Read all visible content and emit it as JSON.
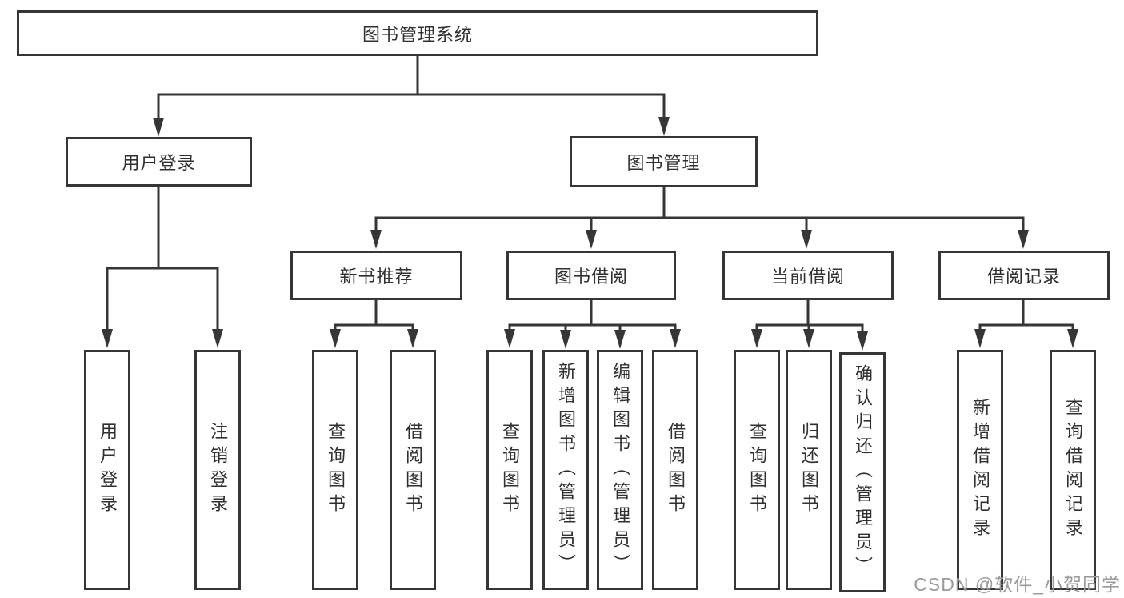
{
  "diagram": {
    "root": {
      "label": "图书管理系统"
    },
    "user_login": {
      "label": "用户登录",
      "children": [
        "用户登录",
        "注销登录"
      ]
    },
    "book_mgmt": {
      "label": "图书管理"
    },
    "new_books": {
      "label": "新书推荐",
      "children": [
        "查询图书",
        "借阅图书"
      ]
    },
    "book_borrow": {
      "label": "图书借阅",
      "children": [
        "查询图书",
        "新增图书（管理员）",
        "编辑图书（管理员）",
        "借阅图书"
      ]
    },
    "current_borrow": {
      "label": "当前借阅",
      "children": [
        "查询图书",
        "归还图书",
        "确认归还（管理员）"
      ]
    },
    "borrow_records": {
      "label": "借阅记录",
      "children": [
        "新增借阅记录",
        "查询借阅记录"
      ]
    }
  },
  "watermark": "CSDN @软件_小贺同学",
  "colors": {
    "line": "#363636",
    "border": "#363636",
    "text": "#303030",
    "watermark": "#9a9a9a",
    "background": "#ffffff"
  }
}
